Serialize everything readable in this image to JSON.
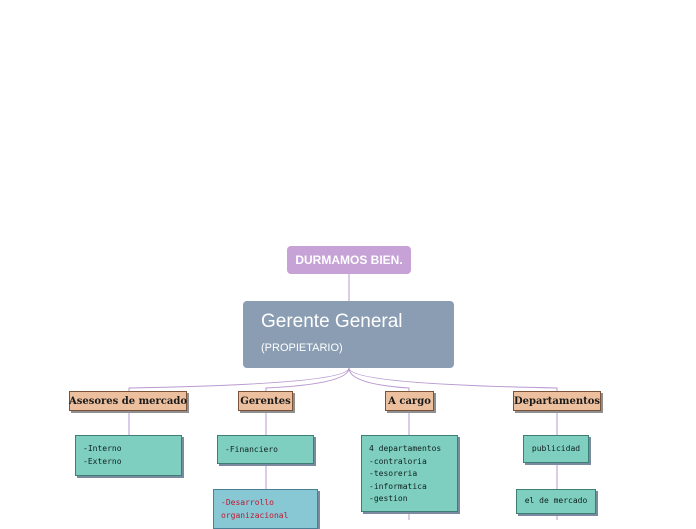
{
  "diagram": {
    "root": "DURMAMOS BIEN.",
    "main": {
      "title": "Gerente General",
      "subtitle": "(PROPIETARIO)"
    },
    "categories": [
      {
        "label": "Asesores de mercado",
        "items": [
          "-Interno\n-Externo"
        ]
      },
      {
        "label": "Gerentes",
        "items": [
          "-Financiero",
          "-Desarrollo\norganizacional"
        ]
      },
      {
        "label": "A cargo",
        "items": [
          "4 departamentos\n-contraloria\n-tesoreria\n-informatica\n-gestion"
        ]
      },
      {
        "label": "Departamentos",
        "items": [
          "publicidad",
          "el de mercado"
        ]
      }
    ],
    "colors": {
      "root": "#c6a2d6",
      "main": "#8a9db3",
      "category": "#ecc09e",
      "leaf": "#7fcfc0",
      "connector": "#b89ad0"
    }
  }
}
